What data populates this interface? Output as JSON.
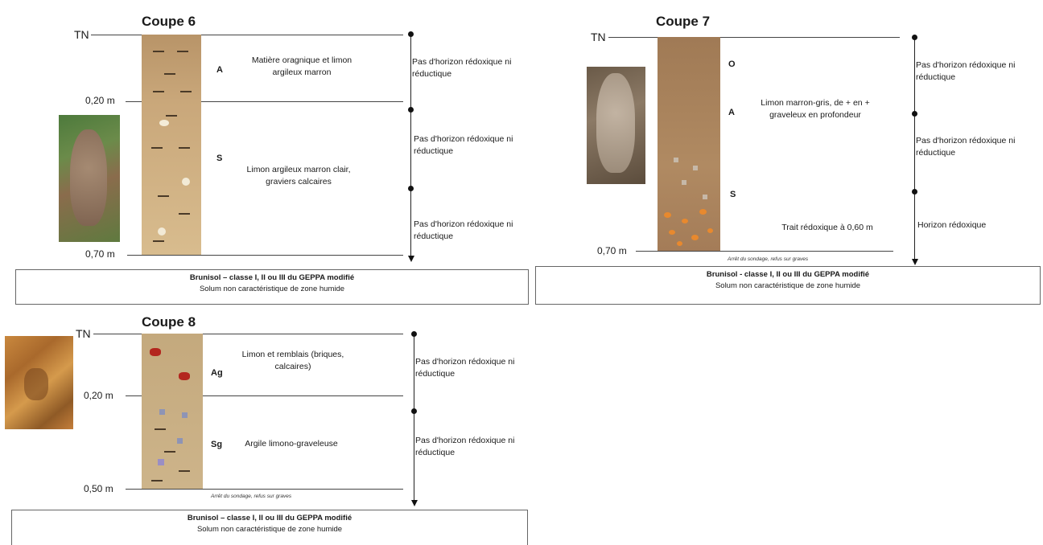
{
  "coupe6": {
    "title": "Coupe 6",
    "tn": "TN",
    "depth1": "0,20 m",
    "depth2": "0,70 m",
    "horizons": [
      {
        "code": "A",
        "desc": "Matière oragnique et limon argileux marron"
      },
      {
        "code": "S",
        "desc": "Limon argileux marron clair, graviers calcaires"
      }
    ],
    "observations": [
      "Pas d'horizon rédoxique ni réductique",
      "Pas d'horizon rédoxique ni réductique",
      "Pas d'horizon rédoxique ni réductique"
    ],
    "classification": "Brunisol – classe I, II ou III du GEPPA modifié",
    "conclusion": "Solum non caractéristique de zone humide"
  },
  "coupe7": {
    "title": "Coupe 7",
    "tn": "TN",
    "depth": "0,70 m",
    "horizons": [
      {
        "code": "O"
      },
      {
        "code": "A"
      },
      {
        "code": "S"
      }
    ],
    "desc_main": "Limon marron-gris, de + en + graveleux en profondeur",
    "desc_trait": "Trait rédoxique à 0,60 m",
    "stop_note": "Arrêt du sondage, refus sur graves",
    "observations": [
      "Pas d'horizon rédoxique ni réductique",
      "Pas d'horizon rédoxique ni réductique",
      "Horizon rédoxique"
    ],
    "classification": "Brunisol - classe I, II ou III du GEPPA modifié",
    "conclusion": "Solum non caractéristique de zone humide"
  },
  "coupe8": {
    "title": "Coupe 8",
    "tn": "TN",
    "depth1": "0,20 m",
    "depth2": "0,50 m",
    "horizons": [
      {
        "code": "Ag",
        "desc": "Limon et remblais (briques, calcaires)"
      },
      {
        "code": "Sg",
        "desc": "Argile limono-graveleuse"
      }
    ],
    "stop_note": "Arrêt du sondage, refus sur graves",
    "observations": [
      "Pas d'horizon rédoxique ni réductique",
      "Pas d'horizon rédoxique ni réductique"
    ],
    "classification": "Brunisol – classe I, II ou III du GEPPA modifié",
    "conclusion": "Solum non caractéristique de zone humide"
  },
  "colors": {
    "column6": "#c9a77a",
    "column7": "#b08a62",
    "column8": "#c8ae82",
    "line": "#444444",
    "box_border": "#666666"
  }
}
